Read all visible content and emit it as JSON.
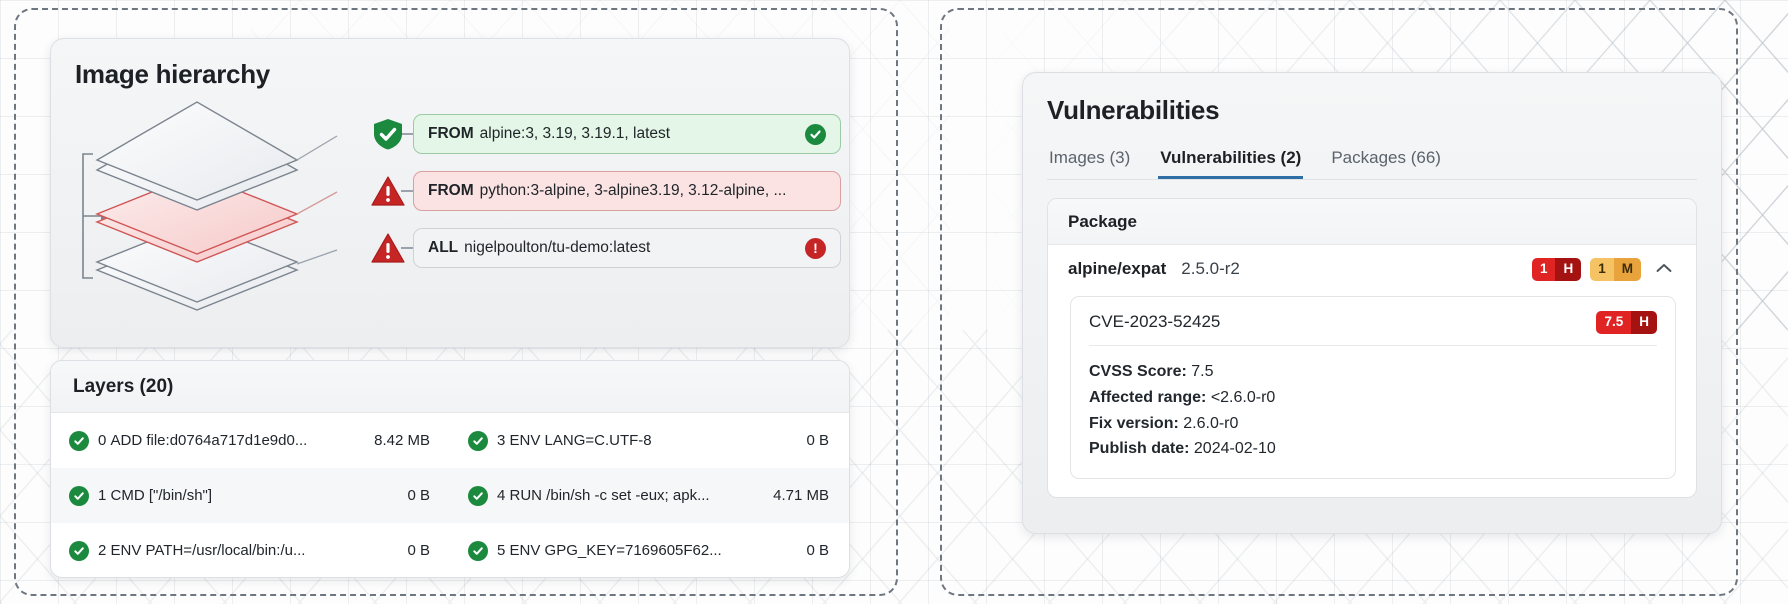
{
  "background": {
    "grid_color": "#7887961f",
    "iso_color": "#98a2ad"
  },
  "left_panel": {
    "hierarchy": {
      "title": "Image hierarchy",
      "rows": [
        {
          "severity": "ok",
          "severity_icon": "shield-check-icon",
          "keyword": "FROM",
          "value": "alpine:3, 3.19, 3.19.1, latest",
          "end_icon": "check-circle-icon",
          "end_icon_type": "ok"
        },
        {
          "severity": "bad",
          "severity_icon": "warning-triangle-icon",
          "keyword": "FROM",
          "value": "python:3-alpine, 3-alpine3.19, 3.12-alpine, ...",
          "end_icon": null,
          "end_icon_type": null
        },
        {
          "severity": "bad",
          "severity_icon": "warning-triangle-icon",
          "keyword": "ALL",
          "value": "nigelpoulton/tu-demo:latest",
          "end_icon": "exclamation-circle-icon",
          "end_icon_type": "bad"
        }
      ]
    },
    "layers": {
      "title": "Layers (20)",
      "items": [
        {
          "index": "0",
          "instruction": "ADD file:d0764a717d1e9d0...",
          "size": "8.42 MB",
          "status": "ok"
        },
        {
          "index": "3",
          "instruction": "ENV LANG=C.UTF-8",
          "size": "0 B",
          "status": "ok"
        },
        {
          "index": "1",
          "instruction": "CMD [\"/bin/sh\"]",
          "size": "0 B",
          "status": "ok"
        },
        {
          "index": "4",
          "instruction": "RUN /bin/sh -c set -eux; apk...",
          "size": "4.71 MB",
          "status": "ok"
        },
        {
          "index": "2",
          "instruction": "ENV PATH=/usr/local/bin:/u...",
          "size": "0 B",
          "status": "ok"
        },
        {
          "index": "5",
          "instruction": "ENV GPG_KEY=7169605F62...",
          "size": "0 B",
          "status": "ok"
        }
      ]
    }
  },
  "right_panel": {
    "title": "Vulnerabilities",
    "tabs": [
      {
        "label": "Images (3)",
        "active": false
      },
      {
        "label": "Vulnerabilities (2)",
        "active": true
      },
      {
        "label": "Packages (66)",
        "active": false
      }
    ],
    "package_table": {
      "header": "Package",
      "row": {
        "name": "alpine/expat",
        "version": "2.5.0-r2",
        "badges": [
          {
            "count": "1",
            "letter": "H",
            "level": "high",
            "color": "#e02424"
          },
          {
            "count": "1",
            "letter": "M",
            "level": "medium",
            "color": "#e8a33d"
          }
        ],
        "toggle_icon": "chevron-up-icon"
      },
      "cve": {
        "id": "CVE-2023-52425",
        "score_badge": {
          "score": "7.5",
          "letter": "H",
          "color": "#e02424"
        },
        "fields": [
          {
            "label": "CVSS Score:",
            "value": "7.5"
          },
          {
            "label": "Affected range:",
            "value": "<2.6.0-r0"
          },
          {
            "label": "Fix version:",
            "value": "2.6.0-r0"
          },
          {
            "label": "Publish date:",
            "value": "2024-02-10"
          }
        ]
      }
    }
  }
}
